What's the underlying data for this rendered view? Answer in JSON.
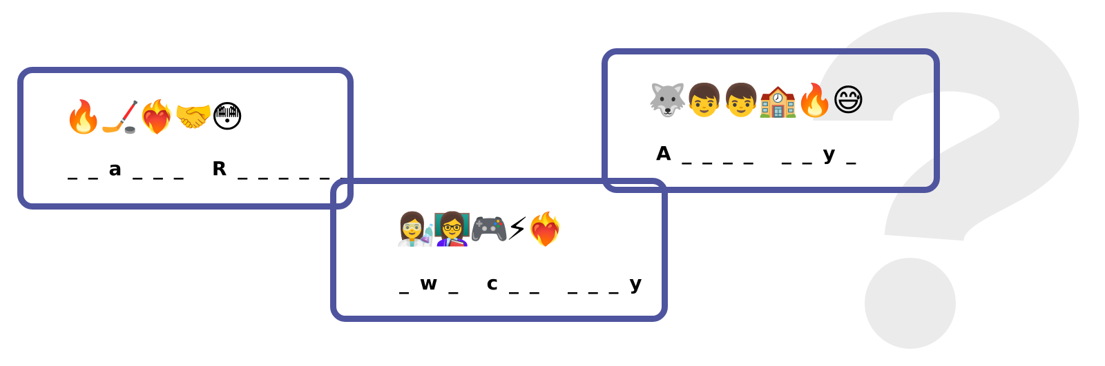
{
  "background_symbol": "?",
  "colors": {
    "card_border": "#4f549e",
    "question_mark": "#ebebeb"
  },
  "puzzles": [
    {
      "emojis": "🔥🏒❤️‍🔥🤝😳",
      "clue": "_ _ a _ _ _   R _ _ _ _ _ _"
    },
    {
      "emojis": "👩‍🔬👩‍🏫🎮⚡❤️‍🔥",
      "clue": "_ w _   c _ _   _ _ _ y"
    },
    {
      "emojis": "🐺👦👦🏫🔥😅",
      "clue": "A _ _ _ _   _ _ y _"
    }
  ]
}
